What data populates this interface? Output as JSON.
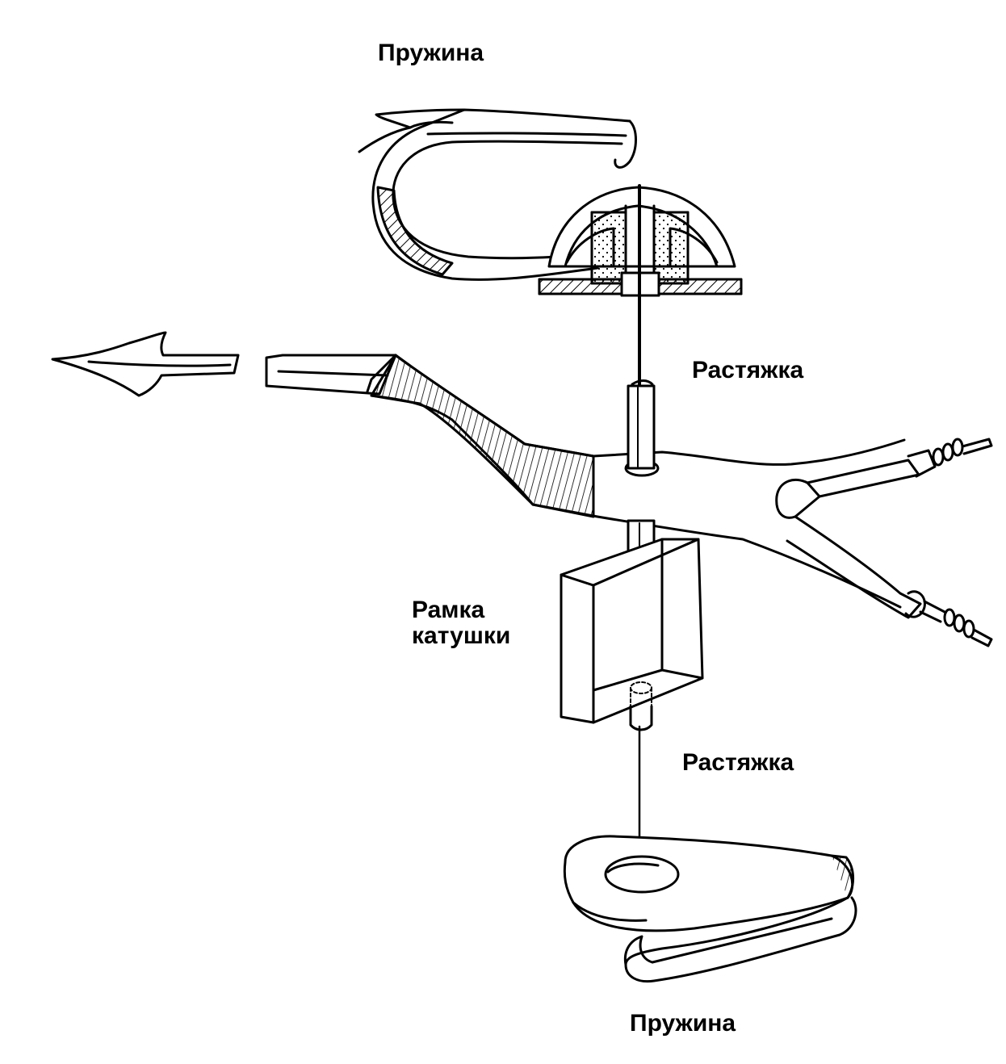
{
  "labels": {
    "spring_top": "Пружина",
    "stretch_top": "Растяжка",
    "coil_frame_line1": "Рамка",
    "coil_frame_line2": "катушки",
    "stretch_bottom": "Растяжка",
    "spring_bottom": "Пружина"
  },
  "colors": {
    "ink": "#000000",
    "paper": "#ffffff"
  }
}
